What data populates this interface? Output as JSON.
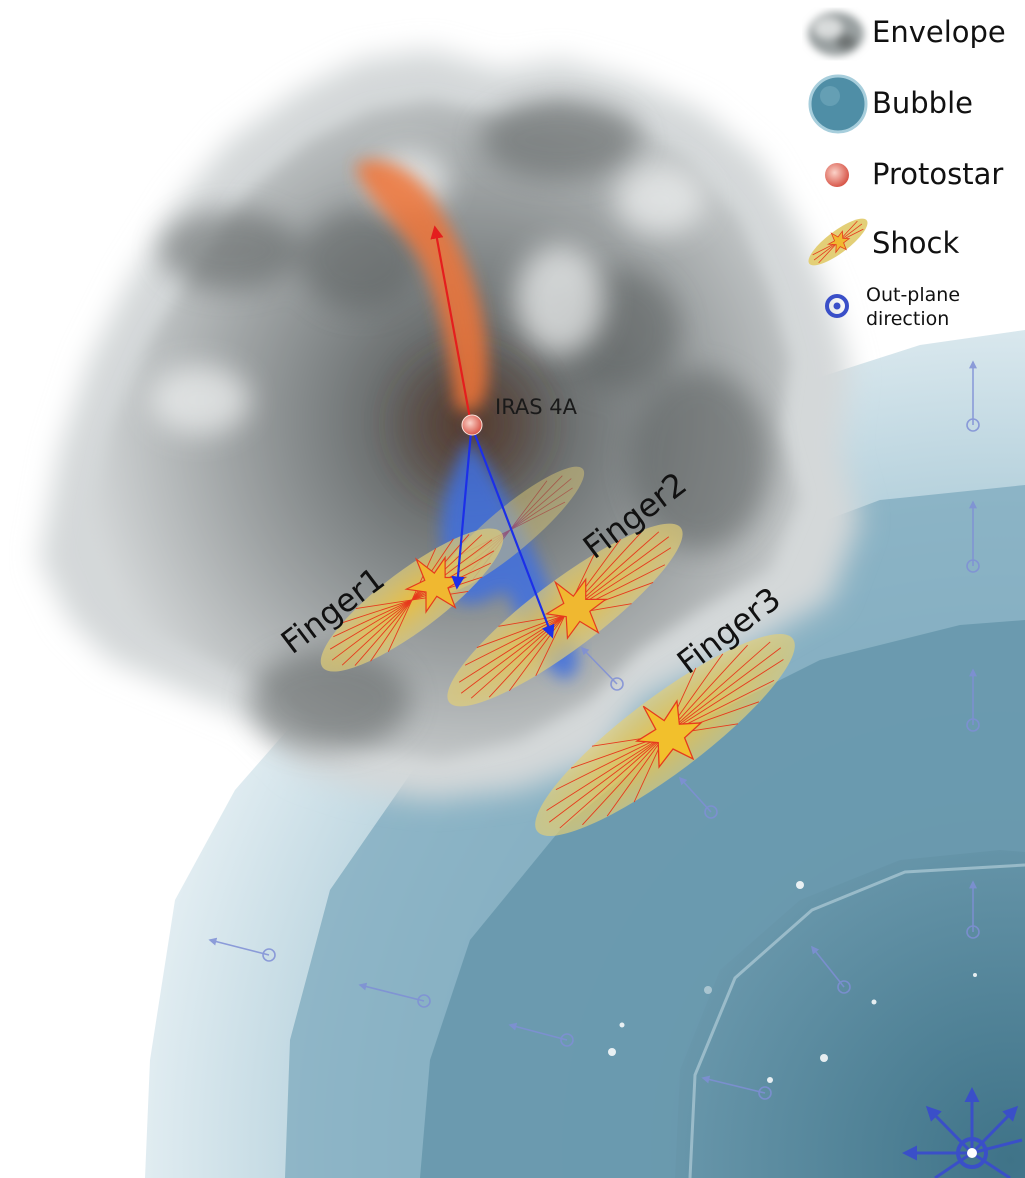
{
  "legend": {
    "envelope": "Envelope",
    "bubble": "Bubble",
    "protostar": "Protostar",
    "shock": "Shock",
    "out_plane_line1": "Out-plane",
    "out_plane_line2": "direction"
  },
  "labels": {
    "source": "IRAS 4A",
    "finger1": "Finger1",
    "finger2": "Finger2",
    "finger3": "Finger3"
  },
  "colors": {
    "envelope": "#8d9496",
    "bubble": "#4f8ea6",
    "protostar": "#e8756b",
    "red_lobe": "#f07438",
    "blue_lobe": "#3f6fe0",
    "shock_fill": "#e6cf6a",
    "shock_lines": "#e63a1d",
    "out_plane": "#3a4fc8"
  }
}
